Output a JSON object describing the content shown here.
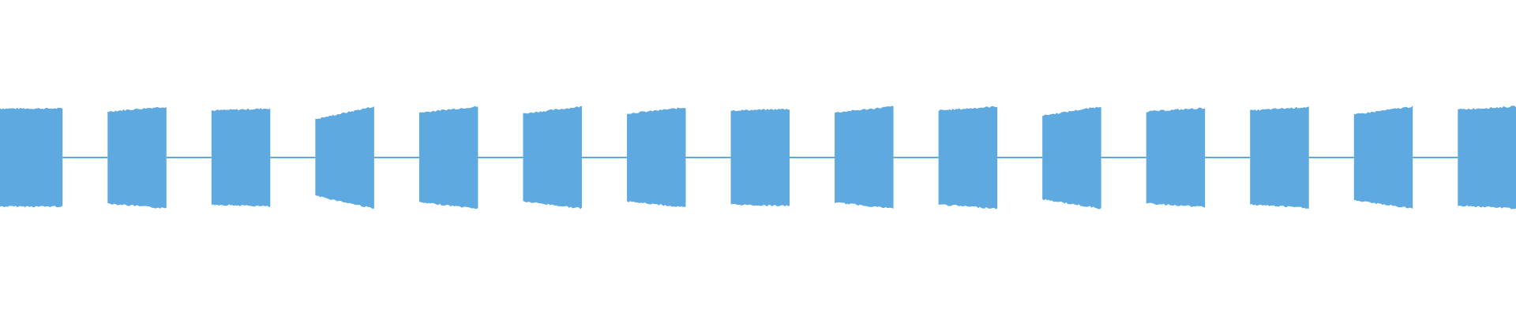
{
  "waveform": {
    "color": "#5eaae0",
    "background": "#ffffff",
    "amplitude_scale": [
      -1,
      1
    ],
    "segments": [
      {
        "kind": "burst",
        "duration": 1.0,
        "peak": 0.96,
        "start_level": 0.98,
        "end_level": 1.0
      },
      {
        "kind": "silence",
        "duration": 0.72,
        "peak": 0.02
      },
      {
        "kind": "burst",
        "duration": 0.94,
        "peak": 0.99,
        "start_level": 0.9,
        "end_level": 1.0
      },
      {
        "kind": "silence",
        "duration": 0.72,
        "peak": 0.02
      },
      {
        "kind": "burst",
        "duration": 0.94,
        "peak": 0.96,
        "start_level": 0.92,
        "end_level": 0.96
      },
      {
        "kind": "silence",
        "duration": 0.72,
        "peak": 0.02
      },
      {
        "kind": "burst",
        "duration": 0.94,
        "peak": 0.99,
        "start_level": 0.75,
        "end_level": 1.0
      },
      {
        "kind": "silence",
        "duration": 0.72,
        "peak": 0.02
      },
      {
        "kind": "burst",
        "duration": 0.94,
        "peak": 1.0,
        "start_level": 0.88,
        "end_level": 1.0
      },
      {
        "kind": "silence",
        "duration": 0.72,
        "peak": 0.02
      },
      {
        "kind": "burst",
        "duration": 0.94,
        "peak": 1.0,
        "start_level": 0.86,
        "end_level": 1.0
      },
      {
        "kind": "silence",
        "duration": 0.72,
        "peak": 0.02
      },
      {
        "kind": "burst",
        "duration": 0.94,
        "peak": 0.98,
        "start_level": 0.86,
        "end_level": 0.98
      },
      {
        "kind": "silence",
        "duration": 0.72,
        "peak": 0.02
      },
      {
        "kind": "burst",
        "duration": 0.94,
        "peak": 0.95,
        "start_level": 0.92,
        "end_level": 0.95
      },
      {
        "kind": "silence",
        "duration": 0.72,
        "peak": 0.02
      },
      {
        "kind": "burst",
        "duration": 0.94,
        "peak": 1.0,
        "start_level": 0.88,
        "end_level": 1.0
      },
      {
        "kind": "silence",
        "duration": 0.72,
        "peak": 0.02
      },
      {
        "kind": "burst",
        "duration": 0.94,
        "peak": 1.0,
        "start_level": 0.92,
        "end_level": 1.0
      },
      {
        "kind": "silence",
        "duration": 0.72,
        "peak": 0.02
      },
      {
        "kind": "burst",
        "duration": 0.94,
        "peak": 1.0,
        "start_level": 0.82,
        "end_level": 1.0
      },
      {
        "kind": "silence",
        "duration": 0.72,
        "peak": 0.02
      },
      {
        "kind": "burst",
        "duration": 0.94,
        "peak": 0.97,
        "start_level": 0.9,
        "end_level": 0.97
      },
      {
        "kind": "silence",
        "duration": 0.72,
        "peak": 0.02
      },
      {
        "kind": "burst",
        "duration": 0.94,
        "peak": 0.99,
        "start_level": 0.92,
        "end_level": 0.99
      },
      {
        "kind": "silence",
        "duration": 0.72,
        "peak": 0.02
      },
      {
        "kind": "burst",
        "duration": 0.94,
        "peak": 1.0,
        "start_level": 0.84,
        "end_level": 1.0
      },
      {
        "kind": "silence",
        "duration": 0.72,
        "peak": 0.02
      },
      {
        "kind": "burst",
        "duration": 0.93,
        "peak": 1.0,
        "start_level": 0.94,
        "end_level": 1.0
      }
    ]
  }
}
